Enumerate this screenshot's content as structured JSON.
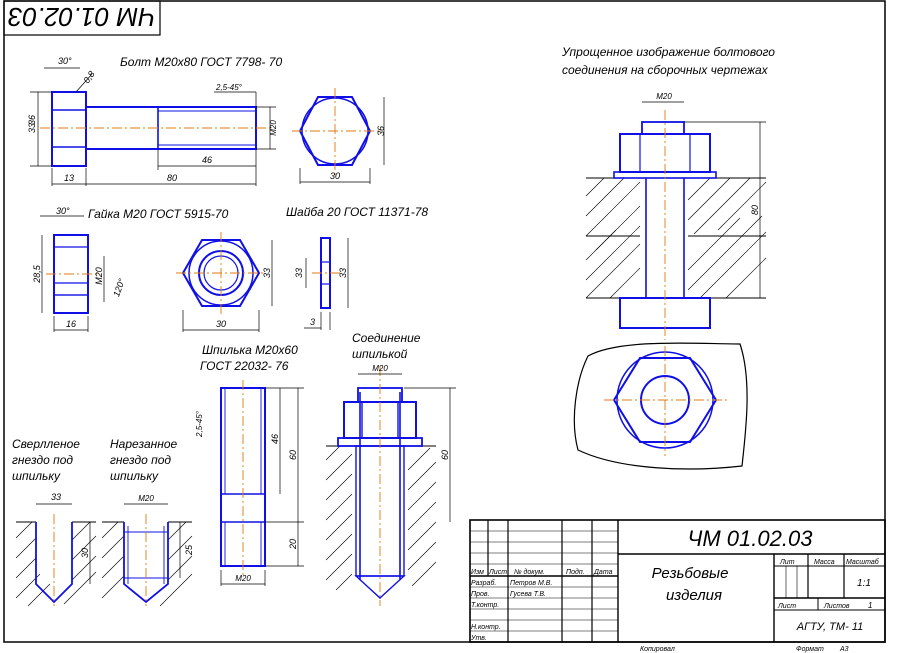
{
  "stamp_code": "ЧМ 01.02.03",
  "titles": {
    "bolt": "Болт М20х80 ГОСТ 7798- 70",
    "nut": "Гайка М20 ГОСТ 5915-70",
    "washer": "Шайба 20 ГОСТ 11371-78",
    "stud_line1": "Шпилька М20х60",
    "stud_line2": "ГОСТ 22032- 76",
    "stud_conn_line1": "Соединение",
    "stud_conn_line2": "шпилькой",
    "drilled_line1": "Сверлленое",
    "drilled_line2": "гнездо под",
    "drilled_line3": "шпильку",
    "threaded_line1": "Нарезанное",
    "threaded_line2": "гнездо под",
    "threaded_line3": "шпильку",
    "simplified_line1": "Упрощенное изображение болтового",
    "simplified_line2": "соединения на сборочных чертежах"
  },
  "dims": {
    "bolt_angle": "30°",
    "bolt_r": "0,8",
    "bolt_s": "2,5-45°",
    "bolt_m": "М20",
    "bolt_thread_len": "46",
    "bolt_len": "80",
    "bolt_head_h": "13",
    "bolt_s_across": "30",
    "bolt_d1": "33",
    "bolt_d2": "36",
    "bolt_end_d": "36",
    "nut_angle": "30°",
    "nut_h": "28,5",
    "nut_w": "16",
    "nut_m": "М20",
    "nut_thread_angle": "120°",
    "nut_s": "30",
    "nut_d": "33",
    "washer_d": "33",
    "washer_d2": "33",
    "washer_t": "3",
    "stud_s": "2,5-45°",
    "stud_46": "46",
    "stud_60": "60",
    "stud_20": "20",
    "stud_m": "М20",
    "conn_m": "М20",
    "conn_60": "60",
    "hole_d": "33",
    "hole_30": "30",
    "thr_m": "М20",
    "thr_25": "25",
    "asm_m": "М20",
    "asm_80": "80"
  },
  "title_block": {
    "code": "ЧМ 01.02.03",
    "name_line1": "Резьбовые",
    "name_line2": "изделия",
    "col_izm": "Изм",
    "col_list": "Лист",
    "col_doc": "№ докум.",
    "col_sign": "Подп.",
    "col_date": "Дата",
    "row_razrab": "Разраб.",
    "row_prov": "Пров.",
    "row_tkontr": "Т.контр.",
    "row_nkontr": "Н.контр.",
    "row_utv": "Утв.",
    "razrab_name": "Петров М.В.",
    "prov_name": "Гусева Т.В.",
    "lit": "Лит",
    "massa": "Масса",
    "masshtab": "Масштаб",
    "scale": "1:1",
    "list": "Лист",
    "listov": "Листов",
    "listov_n": "1",
    "org": "АГТУ, ТМ- 11",
    "kopiroval": "Копировал",
    "format": "Формат",
    "format_val": "А3"
  }
}
